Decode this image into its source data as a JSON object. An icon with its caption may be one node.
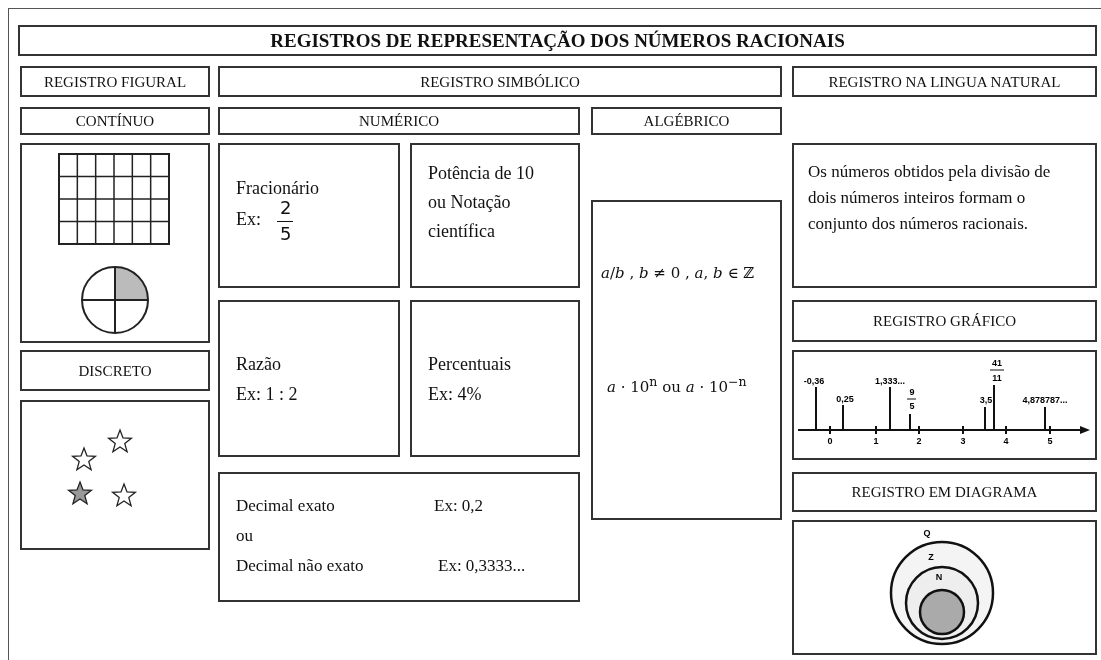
{
  "diagram": {
    "nodes": [
      {
        "text": [
          "REGISTROS DE REPRESENTAÇÃO DOS NÚMEROS RACIONAIS"
        ]
      },
      {
        "text": [
          "REGISTRO FIGURAL"
        ]
      },
      {
        "text": [
          "REGISTRO SIMBÓLICO"
        ]
      },
      {
        "text": [
          "REGISTRO NA LINGUA NATURAL"
        ]
      },
      {
        "text": [
          "CONTÍNUO"
        ]
      },
      {
        "text": [
          "NUMÉRICO"
        ]
      },
      {
        "text": [
          "ALGÉBRICO"
        ]
      },
      {
        "text": [],
        "shape": "picture"
      },
      {
        "text": [
          "Fracionário",
          "Ex:",
          "2",
          "5"
        ]
      },
      {
        "text": [
          "Potência de 10 ou Notação científica"
        ]
      },
      {
        "text": [
          "*a*/*b* , *b* ≠ 0 , *a*, *b* ∈ ℤ",
          "*a* · 10$^{n}$ ou *a* · 10$^{−n}$"
        ]
      },
      {
        "text": [
          "Os números obtidos pela divisão de dois números inteiros formam o conjunto dos números racionais."
        ]
      },
      {
        "text": [
          "DISCRETO"
        ]
      },
      {
        "text": [
          "Razão",
          "Ex: 1 : 2"
        ]
      },
      {
        "text": [
          "Percentuais",
          "Ex: 4%"
        ]
      },
      {
        "text": [
          "REGISTRO GRÁFICO"
        ]
      },
      {
        "text": [],
        "shape": "picture"
      },
      {
        "text": [],
        "shape": "picture"
      },
      {
        "text": [
          "Decimal exato",
          "Ex: 0,2",
          "ou",
          "Decimal não exato",
          "Ex: 0,3333..."
        ]
      },
      {
        "text": [
          "REGISTRO EM DIAGRAMA"
        ]
      },
      {
        "text": [],
        "shape": "picture"
      }
    ],
    "labels": [
      "41",
      "11",
      "-0,36",
      "1,333...",
      "0,25",
      "9",
      "3,5",
      "4,878787...",
      "5",
      "0",
      "1",
      "2",
      "3",
      "4",
      "5",
      "Q",
      "Z",
      "N"
    ]
  }
}
